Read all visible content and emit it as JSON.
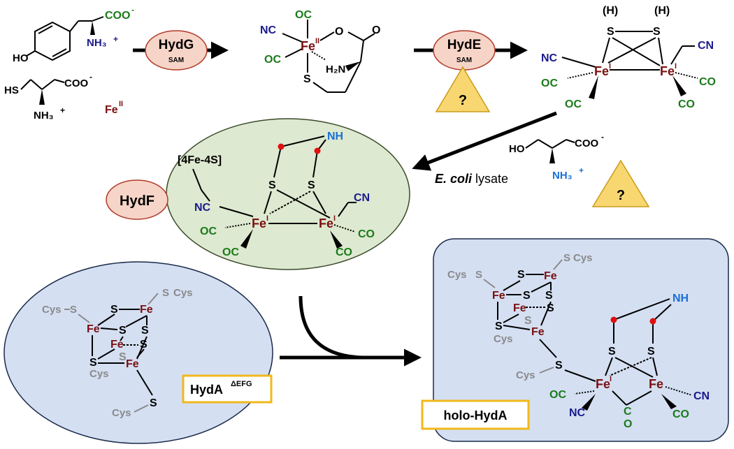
{
  "enzymes": {
    "hydG": "HydG",
    "hydE": "HydE",
    "hydF": "HydF",
    "sam": "SAM",
    "question": "?"
  },
  "reagents": {
    "fe2": "Fe",
    "fe2_ox": "II",
    "lysate_italic": "E. coli",
    "lysate_rest": " lysate"
  },
  "labels": {
    "cluster_4fe4s": "[4Fe-4S]",
    "hyda_apo": "HydA",
    "hyda_apo_sup": "ΔEFG",
    "holo_hyda": "holo-HydA"
  },
  "atoms": {
    "oc": "OC",
    "co": "CO",
    "nc": "NC",
    "cn": "CN",
    "fe": "Fe",
    "fe_i": "I",
    "fe_ii": "II",
    "s": "S",
    "nh": "NH",
    "h_paren": "(H)",
    "cys_s": "Cys",
    "coo": "COO",
    "coo_neg": "-",
    "ho": "HO",
    "hs": "HS",
    "h2n": "H₂N",
    "nh3": "NH₃",
    "plus": "+",
    "o": "O",
    "c": "C"
  },
  "colors": {
    "iron": "#7a1010",
    "cyanide": "#1a1a8c",
    "carbonyl": "#1a7a1a",
    "cysteine": "#8a8a8a",
    "amine": "#1a6fd6",
    "enzyme_fill": "#f6d5c8",
    "hydf_fill": "#dde9d0",
    "hyda_fill": "#d4dff2",
    "warning_fill": "#f8d771",
    "label_box": "#f0b81a"
  }
}
